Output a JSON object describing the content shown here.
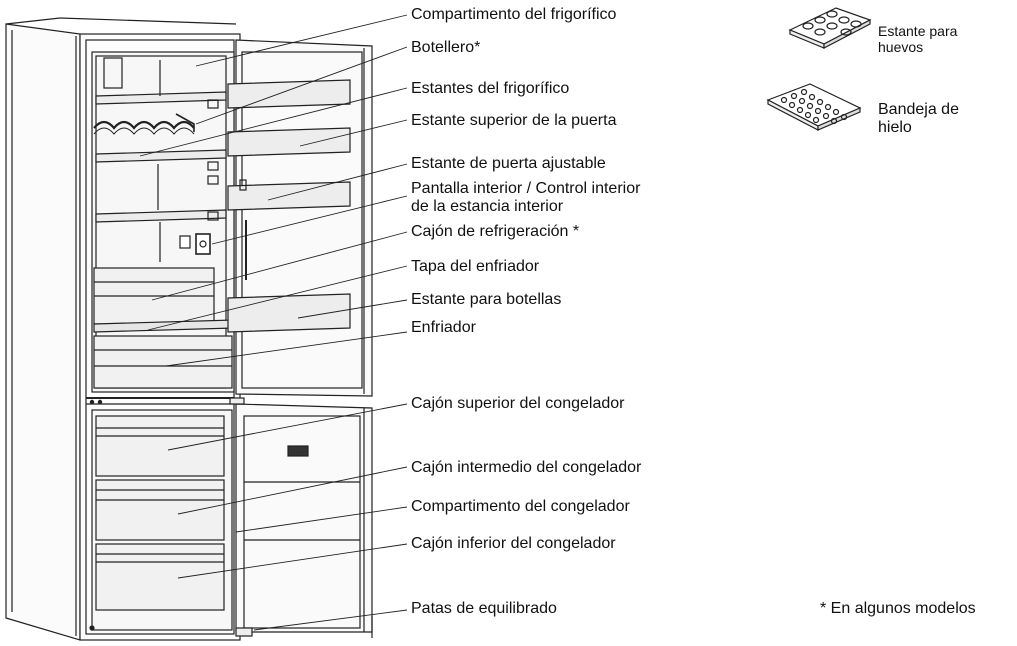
{
  "labels": {
    "fridge_compartment": "Compartimento del frigorífico",
    "wine_rack": "Botellero*",
    "fridge_shelves": "Estantes del frigorífico",
    "top_door_shelf": "Estante superior de la puerta",
    "adjustable_door_shelf": "Estante de puerta ajustable",
    "interior_display_line1": "Pantalla interior / Control interior",
    "interior_display_line2": "de la estancia interior",
    "chiller_drawer": "Cajón de refrigeración *",
    "chiller_cover": "Tapa del enfriador",
    "bottle_shelf": "Estante para botellas",
    "chiller": "Enfriador",
    "freezer_top_drawer": "Cajón superior del congelador",
    "freezer_middle_drawer": "Cajón intermedio del congelador",
    "freezer_compartment": "Compartimento del congelador",
    "freezer_bottom_drawer": "Cajón inferior del congelador",
    "leveling_feet": "Patas de equilibrado"
  },
  "accessories": {
    "egg_tray_line1": "Estante  para",
    "egg_tray_line2": "huevos",
    "ice_tray_line1": "Bandeja  de",
    "ice_tray_line2": "hielo"
  },
  "footnote": "* En algunos modelos",
  "colors": {
    "line": "#222222",
    "panel": "#f4f4f4"
  }
}
